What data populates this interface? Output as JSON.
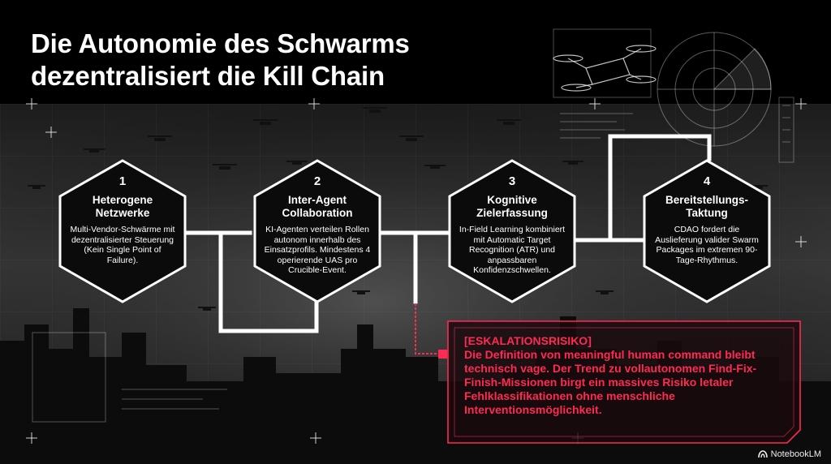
{
  "title": {
    "line1": "Die Autonomie des Schwarms",
    "line2": "dezentralisiert die Kill Chain"
  },
  "steps": [
    {
      "number": "1",
      "title_line1": "Heterogene",
      "title_line2": "Netzwerke",
      "description": "Multi-Vendor-Schwärme mit dezentralisierter Steuerung (Kein Single Point of Failure)."
    },
    {
      "number": "2",
      "title_line1": "Inter-Agent",
      "title_line2": "Collaboration",
      "description": "KI-Agenten verteilen Rollen autonom innerhalb des Einsatzprofils. Mindestens 4 operierende UAS pro Crucible-Event."
    },
    {
      "number": "3",
      "title_line1": "Kognitive",
      "title_line2": "Zielerfassung",
      "description": "In-Field Learning kombiniert mit Automatic Target Recognition (ATR) und anpassbaren Konfidenzschwellen."
    },
    {
      "number": "4",
      "title_line1": "Bereitstellungs-",
      "title_line2": "Taktung",
      "description": "CDAO fordert die Auslieferung valider Swarm Packages im extremen 90-Tage-Rhythmus."
    }
  ],
  "risk": {
    "heading": "[ESKALATIONSRISIKO]",
    "text": "Die Definition von meaningful human command bleibt technisch vage. Der Trend zu vollautonomen Find-Fix-Finish-Missionen birgt ein massives Risiko letaler Fehlklassifikationen ohne menschliche Interventionsmöglichkeit."
  },
  "branding": {
    "label": "NotebookLM",
    "icon": "notebook-icon"
  },
  "colors": {
    "background": "#000000",
    "connector": "#ffffff",
    "risk_accent": "#ff2a52",
    "hex_fill": "#0b0b0b"
  }
}
